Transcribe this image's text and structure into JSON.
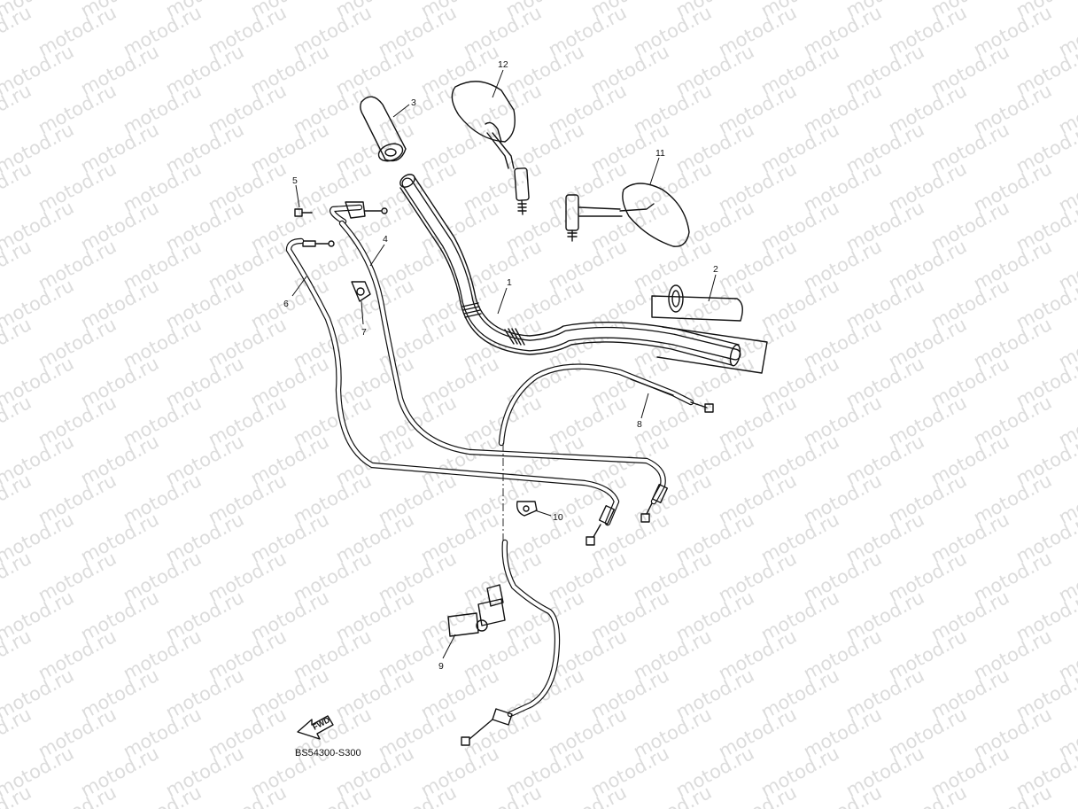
{
  "watermark": {
    "text": "motod.ru",
    "color": "#dcdcdc"
  },
  "diagram_code": "BS54300-S300",
  "fwd_label": "FWD",
  "callouts": [
    "1",
    "2",
    "3",
    "4",
    "5",
    "6",
    "7",
    "8",
    "9",
    "10",
    "11",
    "12"
  ]
}
